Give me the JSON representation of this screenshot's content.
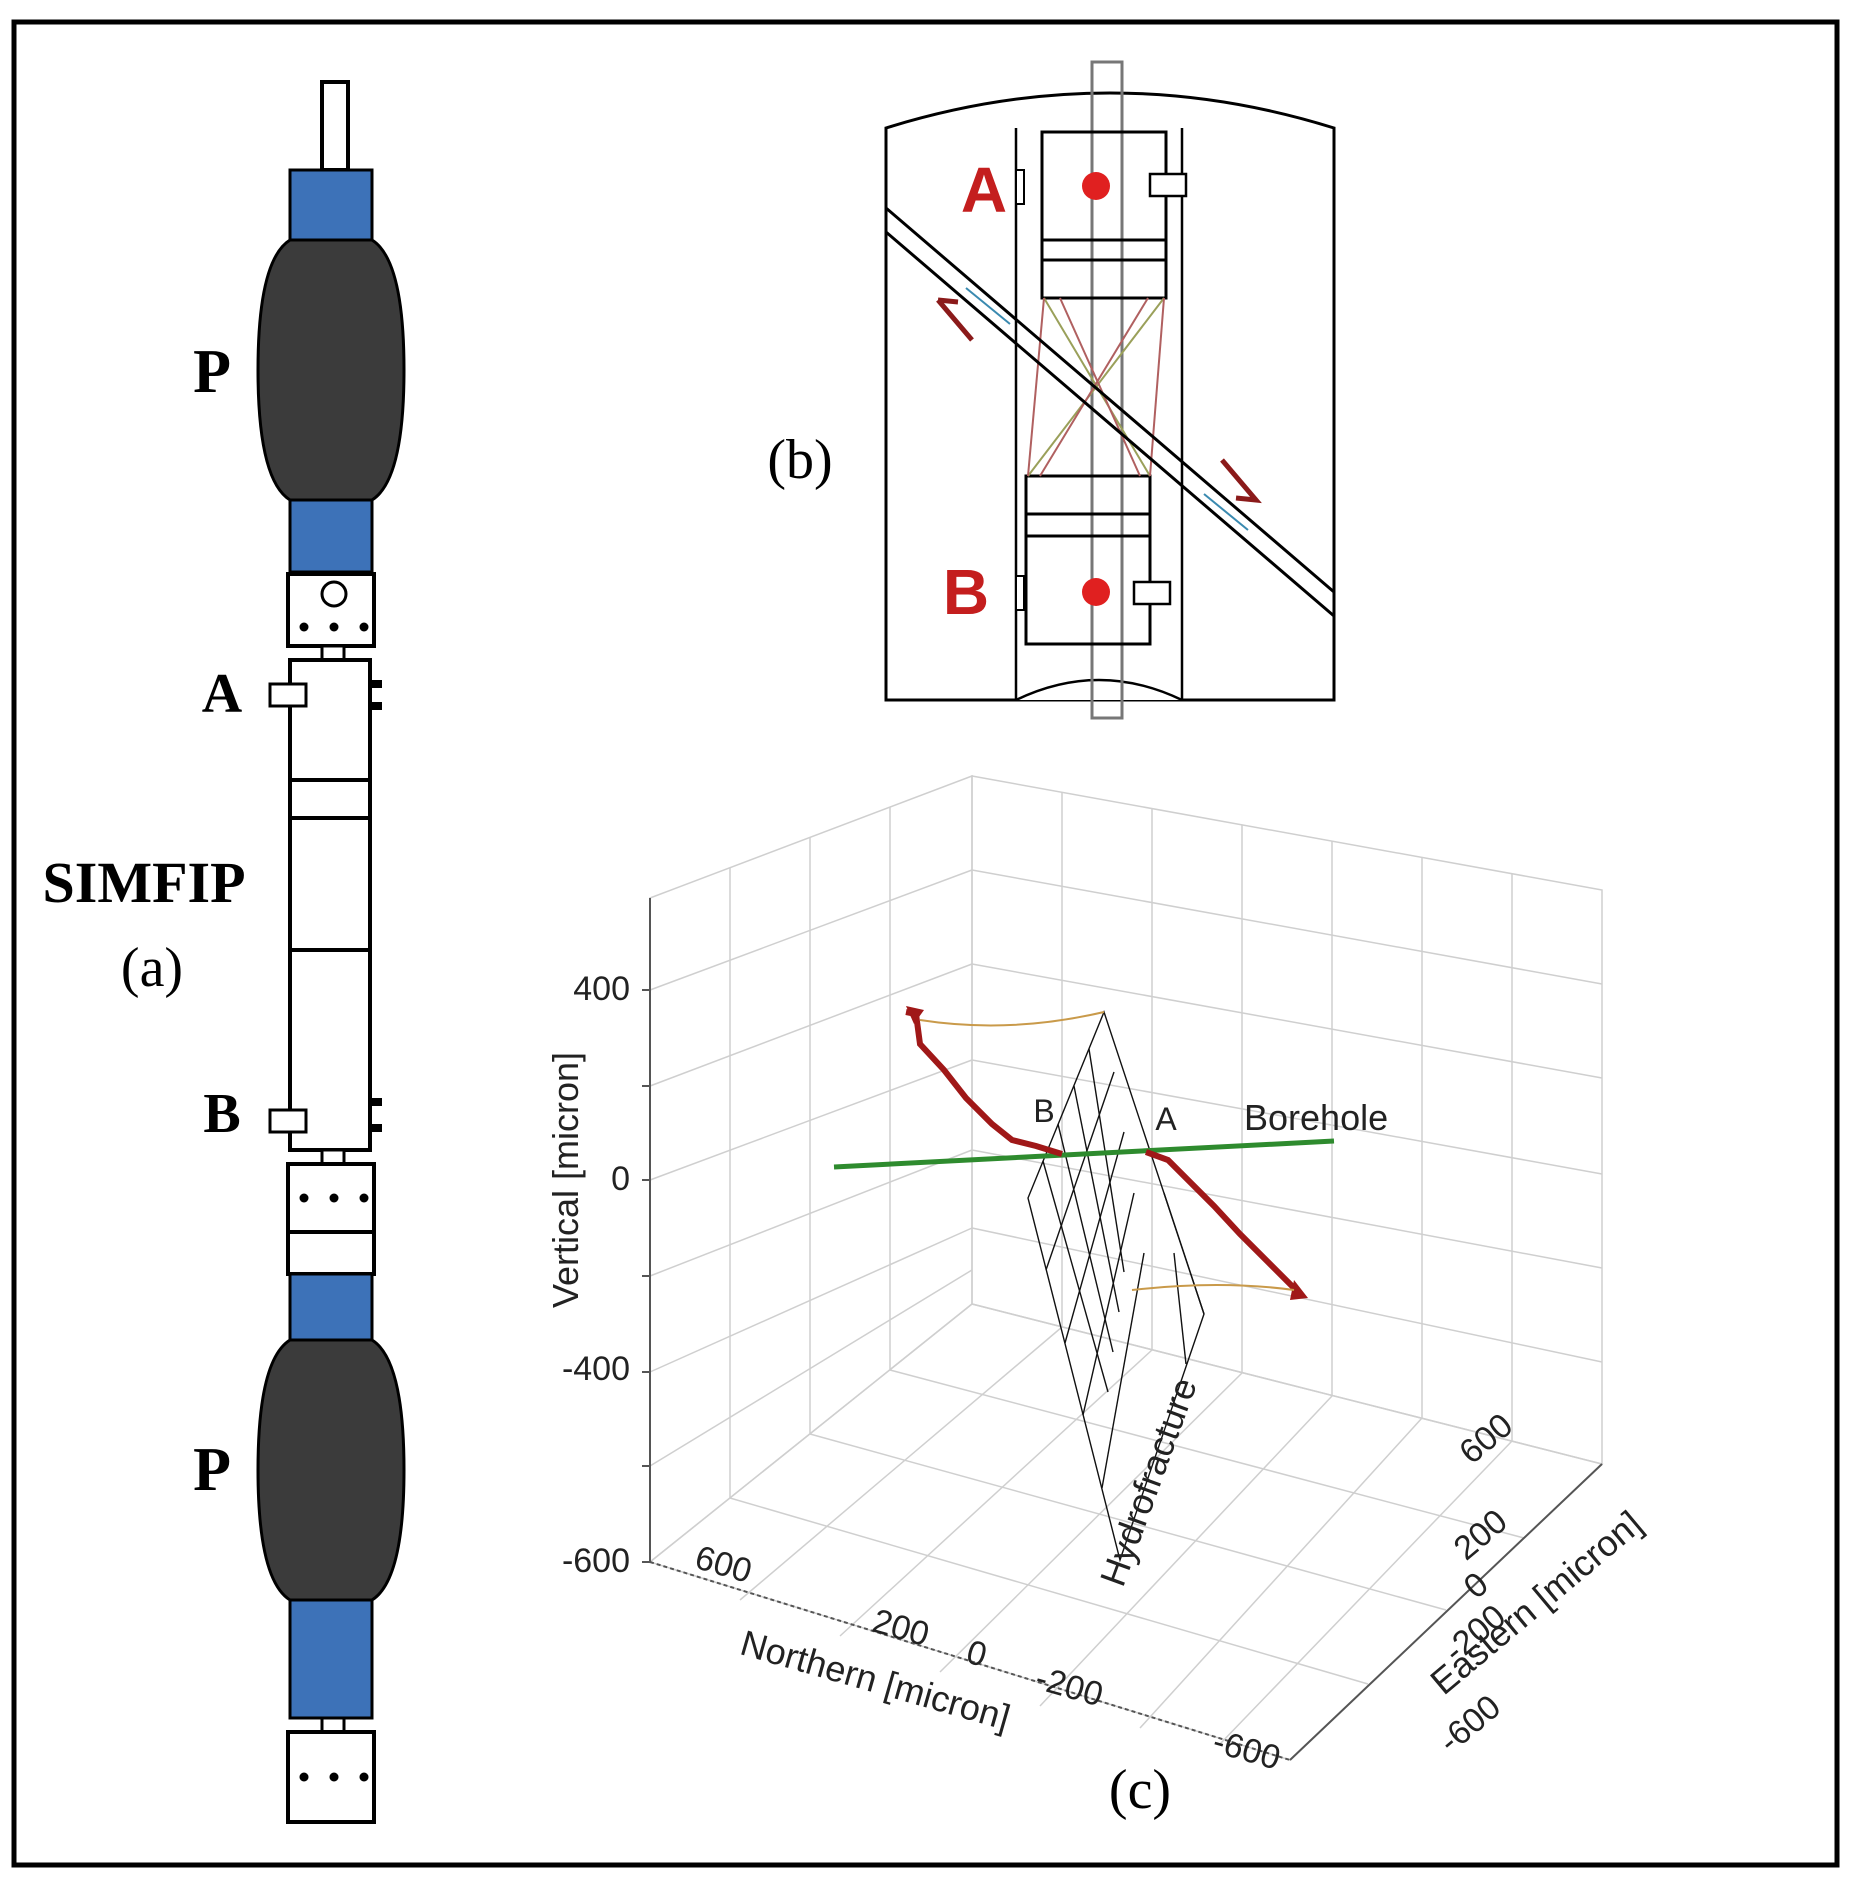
{
  "panel_a": {
    "packer_label_top": "P",
    "packer_label_bottom": "P",
    "anchor_a_label": "A",
    "anchor_b_label": "B",
    "tool_label": "SIMFIP",
    "panel_label": "(a)"
  },
  "panel_b": {
    "anchor_a_label": "A",
    "anchor_b_label": "B",
    "panel_label": "(b)"
  },
  "panel_c": {
    "panel_label": "(c)",
    "borehole_label": "Borehole",
    "hydrofracture_label": "Hydrofracture",
    "anchor_a_label": "A",
    "anchor_b_label": "B",
    "vertical_axis": {
      "label": "Vertical [micron]",
      "ticks": [
        "400",
        "0",
        "-400",
        "-600"
      ]
    },
    "northern_axis": {
      "label": "Northern [micron]",
      "ticks": [
        "600",
        "200",
        "0",
        "-200",
        "-600"
      ]
    },
    "eastern_axis": {
      "label": "Eastern [micron]",
      "ticks": [
        "600",
        "200",
        "0",
        "-200",
        "-600"
      ]
    }
  }
}
